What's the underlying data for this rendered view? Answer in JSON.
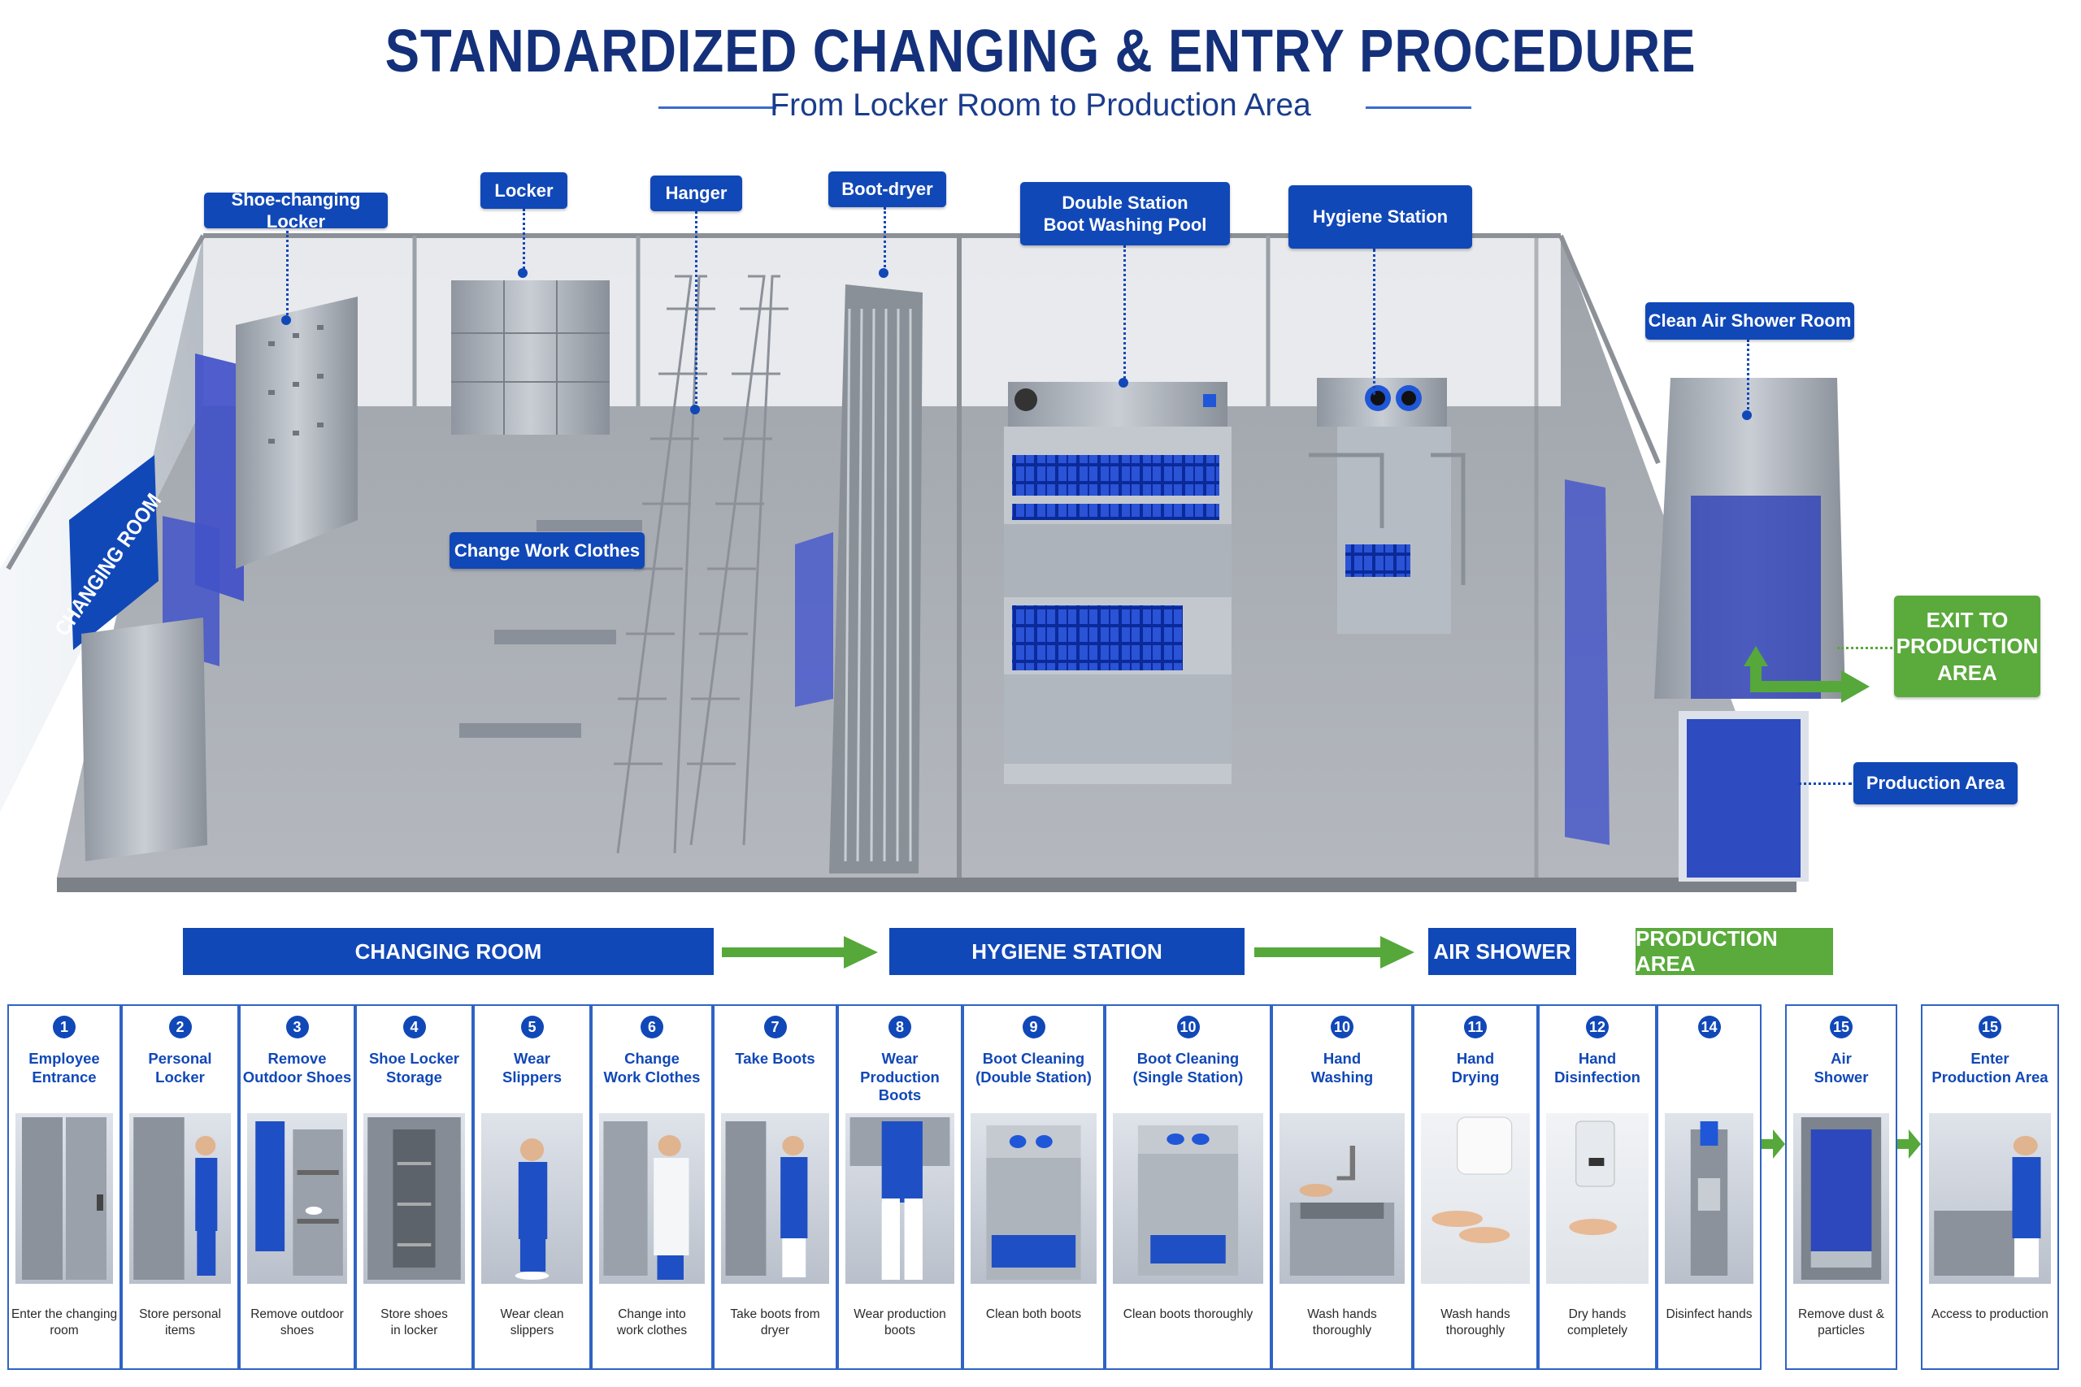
{
  "header": {
    "title": "STANDARDIZED CHANGING & ENTRY PROCEDURE",
    "subtitle": "From Locker Room to Production Area"
  },
  "callouts": {
    "shoe_locker": "Shoe-changing Locker",
    "locker": "Locker",
    "hanger": "Hanger",
    "boot_dryer": "Boot-dryer",
    "boot_pool": "Double Station\nBoot Washing Pool",
    "hygiene_station": "Hygiene Station",
    "air_shower_room": "Clean Air Shower Room",
    "change_clothes": "Change Work Clothes",
    "production_area": "Production Area",
    "exit": "EXIT TO\nPRODUCTION\nAREA",
    "room_sign": "CHANGING ROOM"
  },
  "zones": [
    {
      "label": "CHANGING ROOM"
    },
    {
      "label": "HYGIENE STATION"
    },
    {
      "label": "AIR SHOWER"
    },
    {
      "label": "PRODUCTION AREA"
    }
  ],
  "steps": [
    {
      "num": "1",
      "title": "Employee\nEntrance",
      "desc": "Enter the changing\nroom"
    },
    {
      "num": "2",
      "title": "Personal\nLocker",
      "desc": "Store personal\nitems"
    },
    {
      "num": "3",
      "title": "Remove\nOutdoor Shoes",
      "desc": "Remove outdoor\nshoes"
    },
    {
      "num": "4",
      "title": "Shoe Locker\nStorage",
      "desc": "Store shoes\nin locker"
    },
    {
      "num": "5",
      "title": "Wear\nSlippers",
      "desc": "Wear clean\nslippers"
    },
    {
      "num": "6",
      "title": "Change\nWork Clothes",
      "desc": "Change into\nwork clothes"
    },
    {
      "num": "7",
      "title": "Take Boots",
      "desc": "Take boots from\ndryer"
    },
    {
      "num": "8",
      "title": "Wear\nProduction Boots",
      "desc": "Wear production\nboots"
    },
    {
      "num": "9",
      "title": "Boot Cleaning\n(Double Station)",
      "desc": "Clean both boots"
    },
    {
      "num": "10",
      "title": "Boot Cleaning\n(Single Station)",
      "desc": "Clean boots thoroughly"
    },
    {
      "num": "10",
      "title": "Hand\nWashing",
      "desc": "Wash hands\nthoroughly"
    },
    {
      "num": "11",
      "title": "Hand\nDrying",
      "desc": "Wash hands\nthoroughly"
    },
    {
      "num": "12",
      "title": "Hand\nDisinfection",
      "desc": "Dry hands\ncompletely"
    },
    {
      "num": "14",
      "title": "",
      "desc": "Disinfect hands"
    },
    {
      "num": "15",
      "title": "Air\nShower",
      "desc": "Remove dust &\nparticles"
    },
    {
      "num": "15",
      "title": "Enter\nProduction Area",
      "desc": "Access to production"
    }
  ],
  "colors": {
    "primary_blue": "#1148b8",
    "green": "#5aaa3c",
    "navy": "#14307a"
  }
}
